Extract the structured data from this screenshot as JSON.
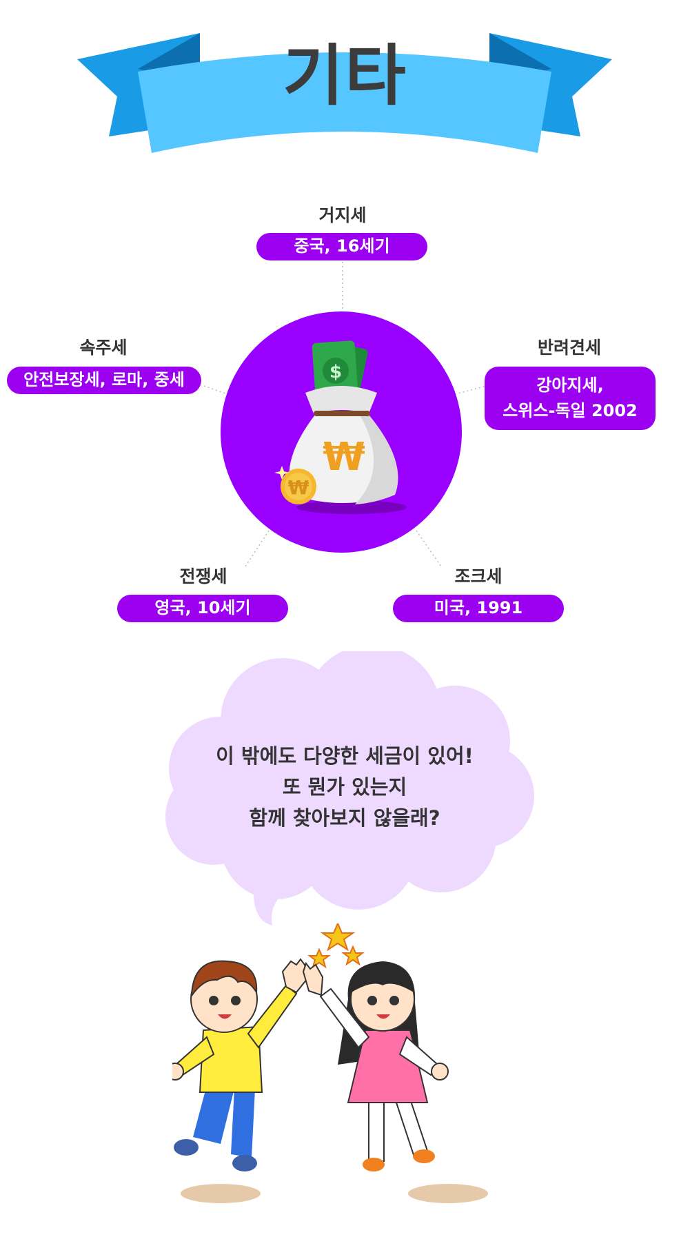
{
  "header": {
    "title": "기타"
  },
  "taxes": [
    {
      "id": "beggar",
      "name": "거지세",
      "detail": [
        "중국, 16세기"
      ]
    },
    {
      "id": "pet",
      "name": "반려견세",
      "detail": [
        "강아지세,",
        "스위스-독일 2002"
      ]
    },
    {
      "id": "vassal",
      "name": "속주세",
      "detail": [
        "안전보장세, 로마, 중세"
      ]
    },
    {
      "id": "war",
      "name": "전쟁세",
      "detail": [
        "영국, 10세기"
      ]
    },
    {
      "id": "joke",
      "name": "조크세",
      "detail": [
        "미국, 1991"
      ]
    }
  ],
  "bubble": {
    "lines": [
      "이 밖에도 다양한 세금이 있어!",
      "또 뭔가 있는지",
      "함께 찾아보지 않을래?"
    ]
  },
  "icons": {
    "center": "money-bag-icon",
    "currency_symbol": "₩",
    "cash_symbol": "$"
  },
  "colors": {
    "banner": "#55c6ff",
    "banner_tail": "#1a9be6",
    "accent_purple": "#9900ff",
    "pill_purple": "#9b00f0",
    "cloud": "#efdaff"
  }
}
